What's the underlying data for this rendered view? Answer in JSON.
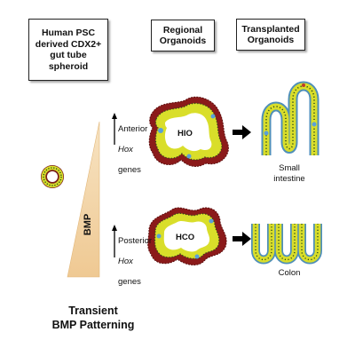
{
  "headers": {
    "psc": "Human PSC\nderived CDX2+\ngut tube\nspheroid",
    "regional": "Regional\nOrganoids",
    "transplanted": "Transplanted\nOrganoids"
  },
  "gradient": {
    "label": "BMP"
  },
  "anterior": {
    "word": "Anterior",
    "hox": "Hox",
    "genes": "genes",
    "organoid_label": "HIO",
    "result_label": "Small\nintestine"
  },
  "posterior": {
    "word": "Posterior",
    "hox": "Hox",
    "genes": "genes",
    "organoid_label": "HCO",
    "result_label": "Colon"
  },
  "footer": {
    "caption": "Transient\nBMP Patterning"
  },
  "colors": {
    "gradient_fill": "#f2d6a8",
    "mesenchyme": "#8b1a1a",
    "epithelium": "#d9de2a",
    "epithelium_dot": "#2a4a1a",
    "lumen": "#ffffff",
    "cell_highlight": "#5aa0d8",
    "arrow": "#000000"
  }
}
